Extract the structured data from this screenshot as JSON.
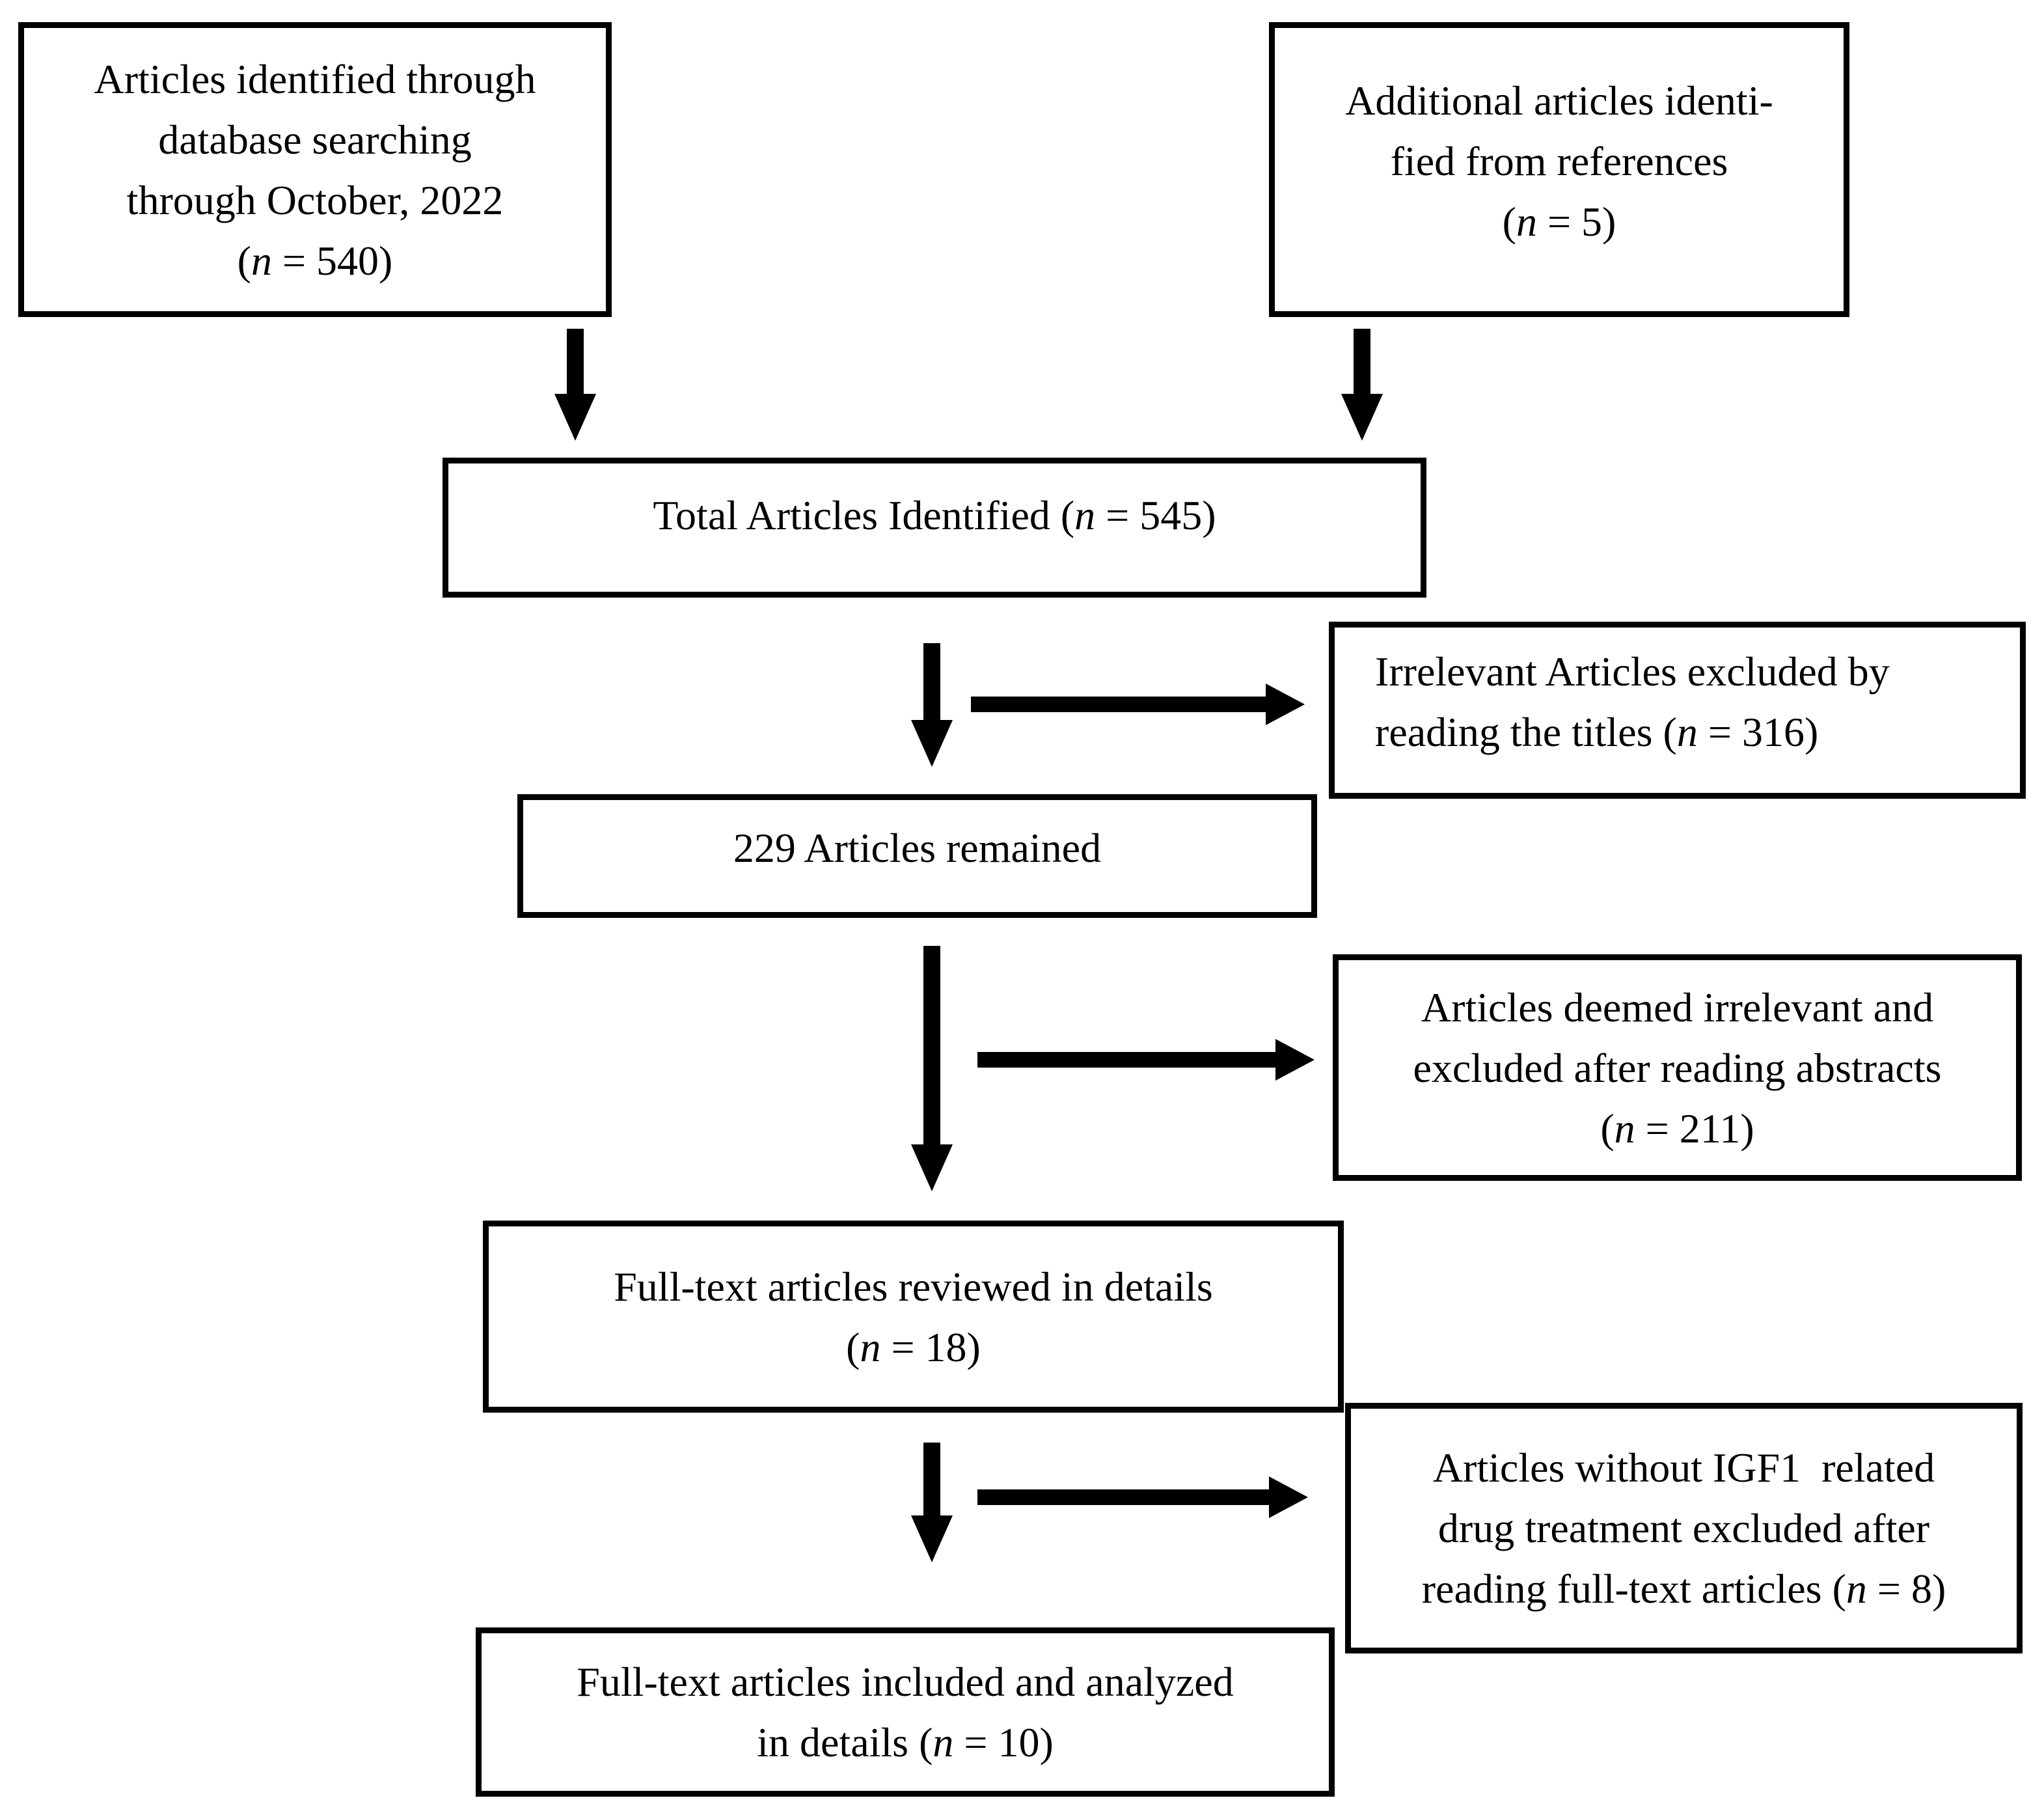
{
  "figure": {
    "type": "flowchart",
    "description": "Article selection flow diagram",
    "colors": {
      "ink": "#000000",
      "background": "#ffffff"
    }
  },
  "boxes": {
    "identified": {
      "lines": [
        "Articles identified through",
        "database searching",
        "through October, 2022",
        "(n = 540)"
      ]
    },
    "additional": {
      "lines": [
        "Additional articles identi-",
        "fied from references",
        "(n = 5)"
      ]
    },
    "total": {
      "lines": [
        "Total Articles Identified (n = 545)"
      ]
    },
    "excluded_titles": {
      "lines": [
        "Irrelevant Articles excluded by",
        "reading the titles (n = 316)"
      ]
    },
    "remained": {
      "lines": [
        "229 Articles remained"
      ]
    },
    "excluded_abstracts": {
      "lines": [
        "Articles deemed irrelevant and",
        "excluded after reading abstracts",
        "(n = 211)"
      ]
    },
    "reviewed": {
      "lines": [
        "Full-text articles reviewed in details",
        "(n = 18)"
      ]
    },
    "excluded_fulltext": {
      "lines": [
        "Articles without IGF1  related",
        "drug treatment excluded after",
        "reading full-text articles (n = 8)"
      ]
    },
    "included": {
      "lines": [
        "Full-text articles included and analyzed",
        "in details (n = 10)"
      ]
    }
  }
}
